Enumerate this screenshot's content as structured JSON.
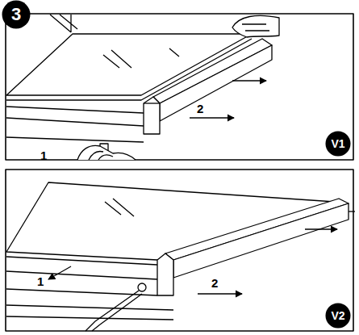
{
  "diagram": {
    "nodes": [
      {
        "text": [
          "3"
        ]
      },
      {
        "text": [
          "V1"
        ]
      },
      {
        "text": [
          "V2"
        ]
      }
    ],
    "labels": [
      "1",
      "2",
      "1",
      "2"
    ]
  }
}
